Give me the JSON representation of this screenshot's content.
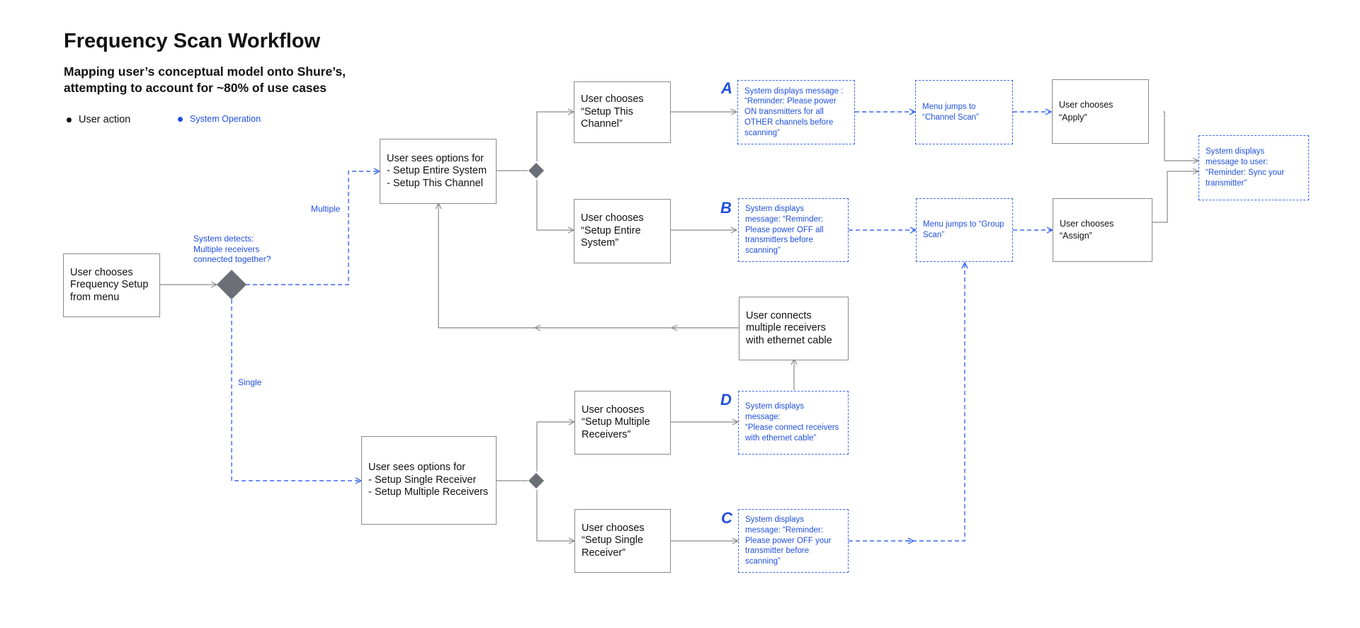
{
  "title": "Frequency Scan Workflow",
  "subtitle": "Mapping user’s conceptual model onto Shure’s, attempting to account for ~80% of use cases",
  "legend": {
    "user_action": "User action",
    "system_operation": "System Operation"
  },
  "colors": {
    "user_border": "#8a8a8a",
    "system_blue": "#1f4fe0",
    "decision_fill": "#6b6e75"
  },
  "nodes": {
    "start": "User chooses\nFrequency Setup\nfrom menu",
    "options_system": "User sees options for\n- Setup Entire System\n- Setup This Channel",
    "choose_this_channel": "User chooses\n“Setup This\nChannel”",
    "choose_entire_system": "User chooses\n“Setup Entire\nSystem”",
    "options_single": "User sees options for\n- Setup Single Receiver\n- Setup Multiple Receivers",
    "choose_multiple": "User chooses\n“Setup Multiple\nReceivers”",
    "choose_single": "User chooses\n“Setup Single\nReceiver”",
    "connect_receivers": "User connects\nmultiple receivers\nwith ethernet cable",
    "msg_a": "System displays message :\n“Reminder: Please power\nON transmitters for all\nOTHER channels before\nscanning”",
    "msg_b": "System displays\nmessage: “Reminder:\nPlease power OFF all\ntransmitters before\nscanning”",
    "msg_d": "System displays\nmessage:\n“Please connect receivers\nwith ethernet cable”",
    "msg_c": "System displays\nmessage: “Reminder:\nPlease power OFF your\ntransmitter before\nscanning”",
    "menu_channel_scan": "Menu jumps to\n“Channel Scan”",
    "menu_group_scan": "Menu jumps to “Group\nScan”",
    "choose_apply": "User chooses “Apply”",
    "choose_assign": "User chooses “Assign”",
    "msg_sync": "System displays\nmessage to user:\n“Reminder: Sync your\ntransmitter”"
  },
  "decision_label": "System detects:\nMultiple receivers\nconnected together?",
  "edge_labels": {
    "multiple": "Multiple",
    "single": "Single"
  },
  "markers": {
    "a": "A",
    "b": "B",
    "c": "C",
    "d": "D"
  }
}
